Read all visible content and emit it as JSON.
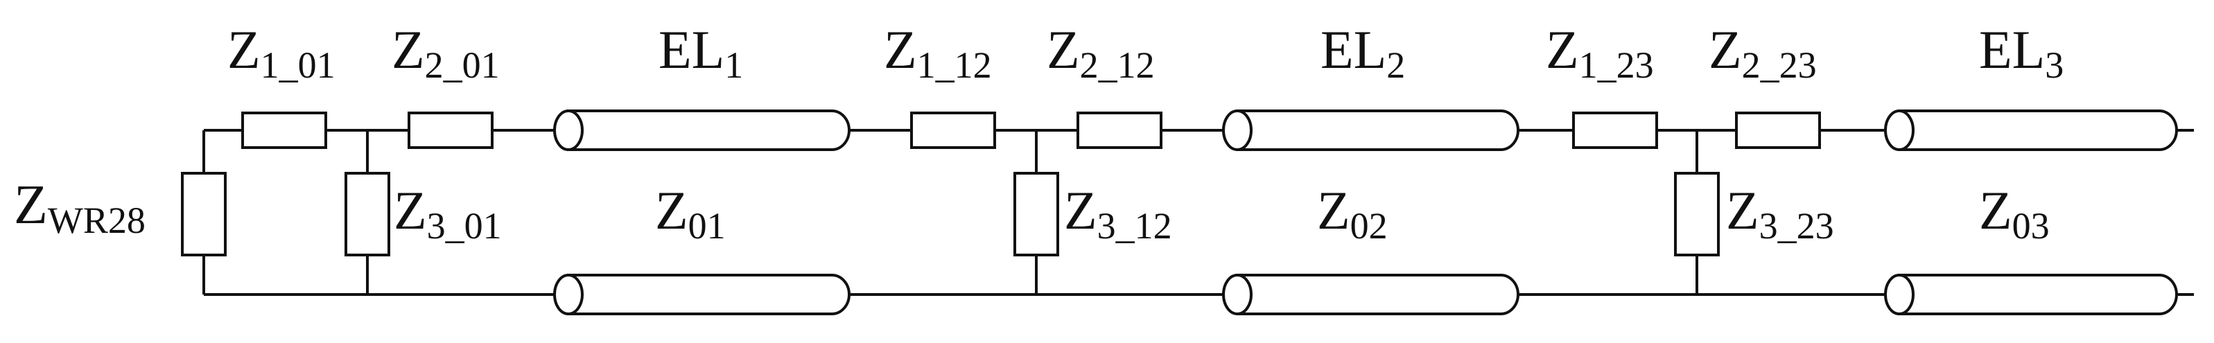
{
  "labels": {
    "source": {
      "main": "Z",
      "sub": "WR28"
    },
    "z1_01": {
      "main": "Z",
      "sub": "1_01"
    },
    "z2_01": {
      "main": "Z",
      "sub": "2_01"
    },
    "z3_01": {
      "main": "Z",
      "sub": "3_01"
    },
    "el1": {
      "main": "EL",
      "sub": "1"
    },
    "line1": {
      "main": "Z",
      "sub": "01"
    },
    "z1_12": {
      "main": "Z",
      "sub": "1_12"
    },
    "z2_12": {
      "main": "Z",
      "sub": "2_12"
    },
    "z3_12": {
      "main": "Z",
      "sub": "3_12"
    },
    "el2": {
      "main": "EL",
      "sub": "2"
    },
    "line2": {
      "main": "Z",
      "sub": "02"
    },
    "z1_23": {
      "main": "Z",
      "sub": "1_23"
    },
    "z2_23": {
      "main": "Z",
      "sub": "2_23"
    },
    "z3_23": {
      "main": "Z",
      "sub": "3_23"
    },
    "el3": {
      "main": "EL",
      "sub": "3"
    },
    "line3": {
      "main": "Z",
      "sub": "03"
    }
  }
}
